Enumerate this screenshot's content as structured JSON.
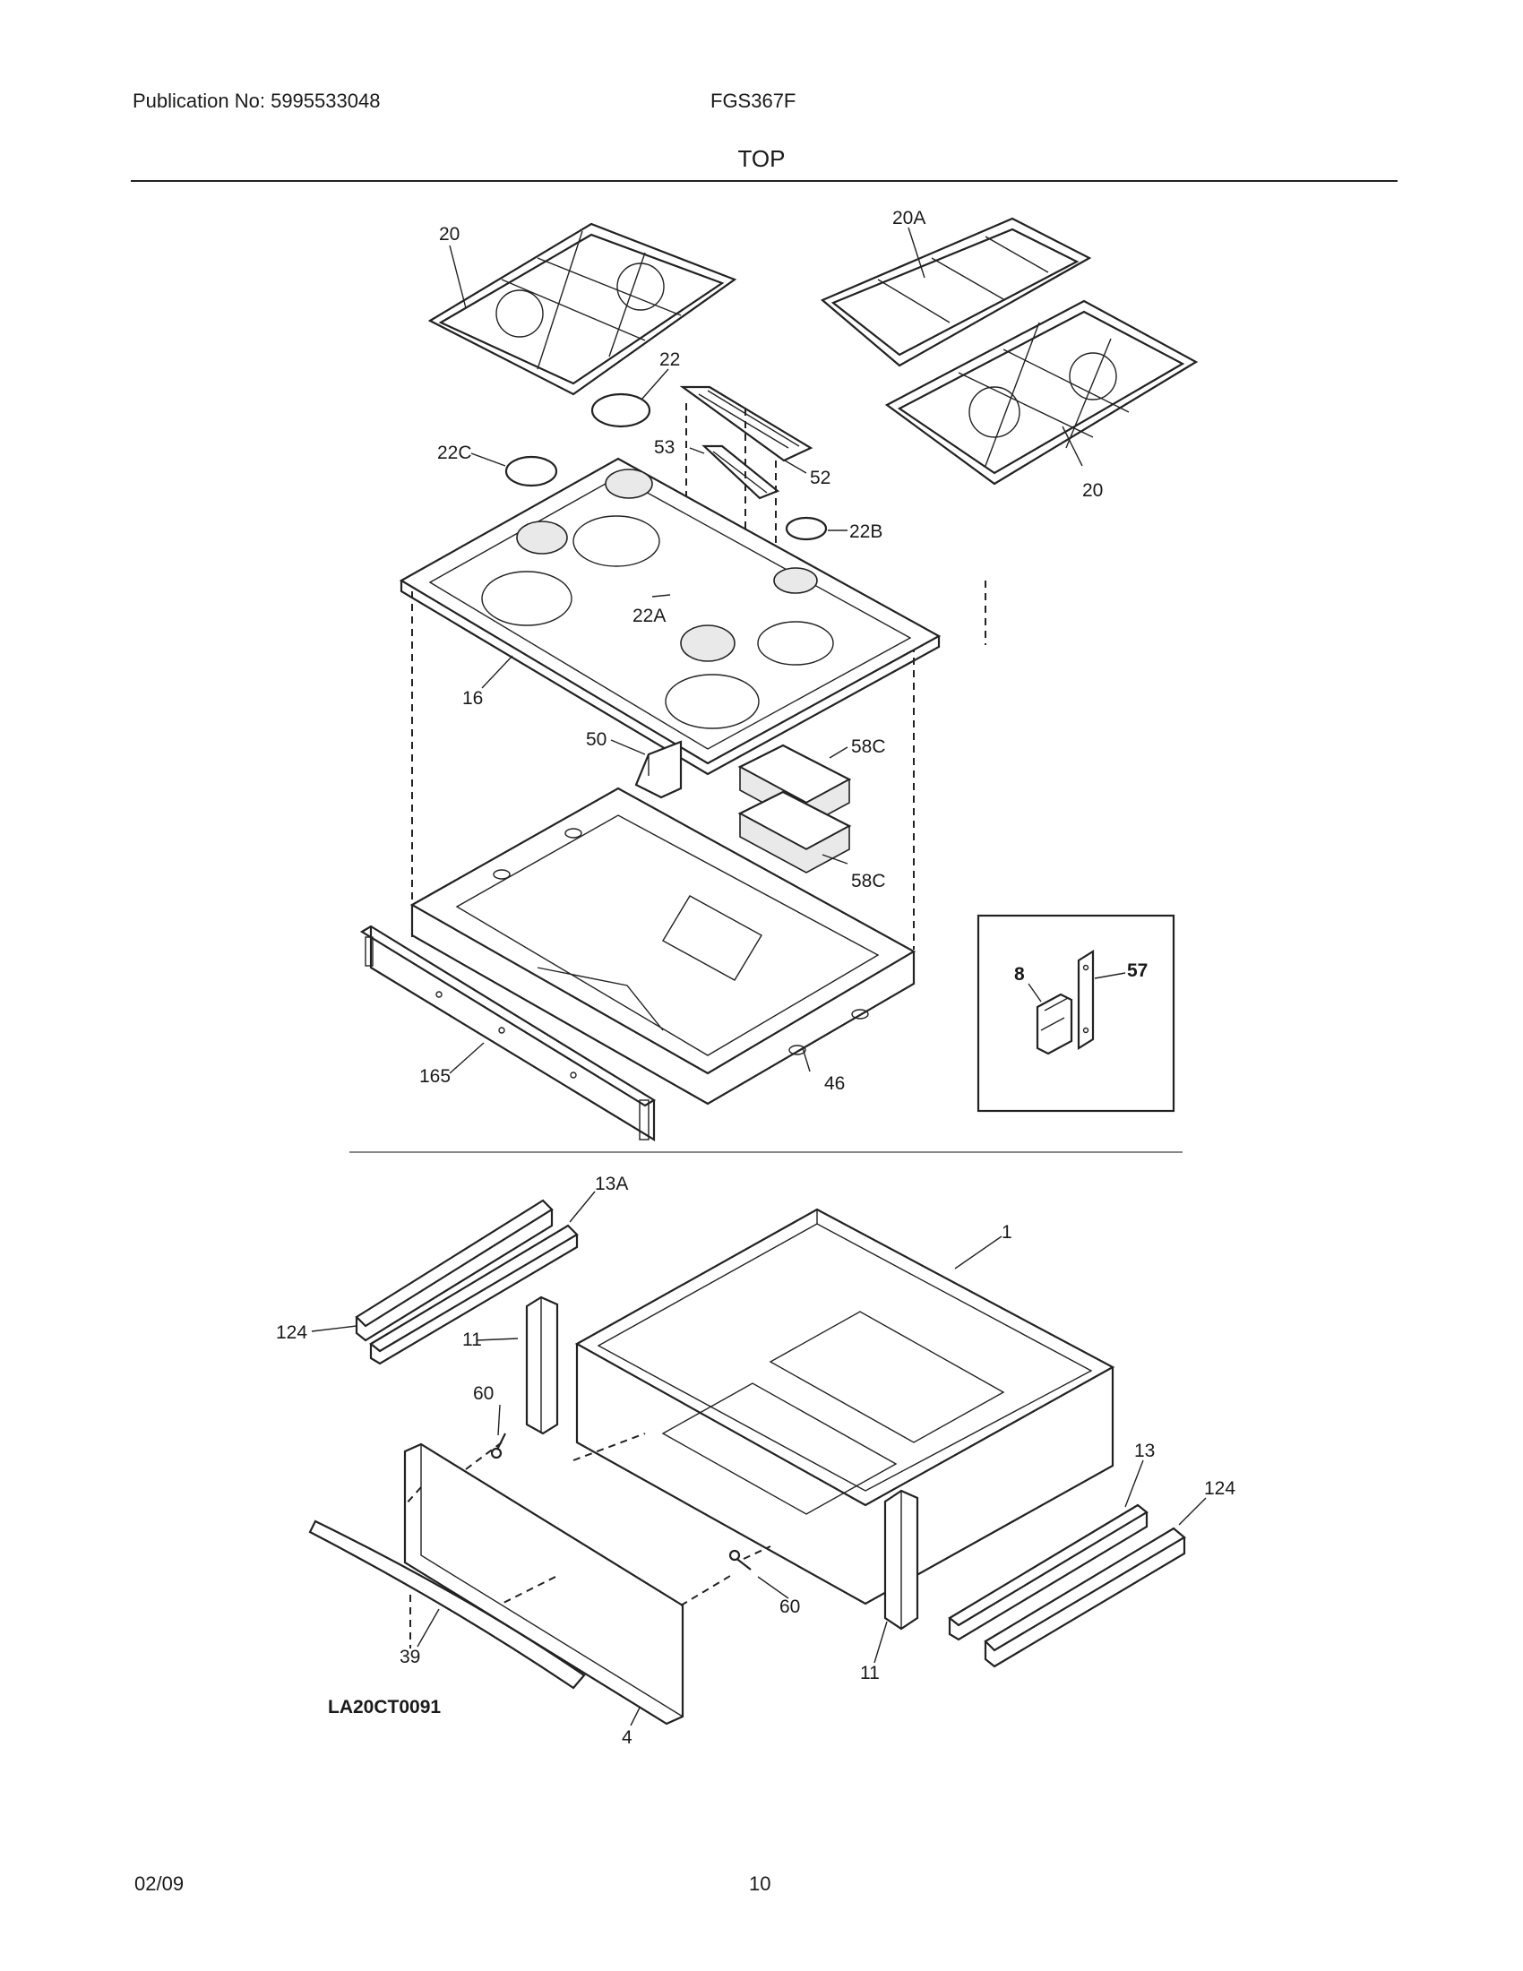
{
  "header": {
    "publication": "Publication No: 5995533048",
    "model": "FGS367F",
    "title": "TOP"
  },
  "footer": {
    "date": "02/09",
    "page": "10"
  },
  "diagram_code": "LA20CT0091",
  "callouts": {
    "grate_left": "20",
    "grate_center": "20A",
    "grate_right": "20",
    "cap_22": "22",
    "cap_22c": "22C",
    "cap_22b": "22B",
    "cap_22a": "22A",
    "vent_52": "52",
    "vent_53": "53",
    "cooktop": "16",
    "bracket_50": "50",
    "insulation_top": "58C",
    "insulation_bottom": "58C",
    "frame": "46",
    "rail_165": "165",
    "inset_8": "8",
    "inset_57": "57",
    "slide_13a": "13A",
    "rail_124_left": "124",
    "bracket_11_left": "11",
    "screw_60_left": "60",
    "drawer_body": "1",
    "slide_13": "13",
    "rail_124_right": "124",
    "screw_60_right": "60",
    "bracket_11_right": "11",
    "handle": "39",
    "drawer_front": "4"
  }
}
